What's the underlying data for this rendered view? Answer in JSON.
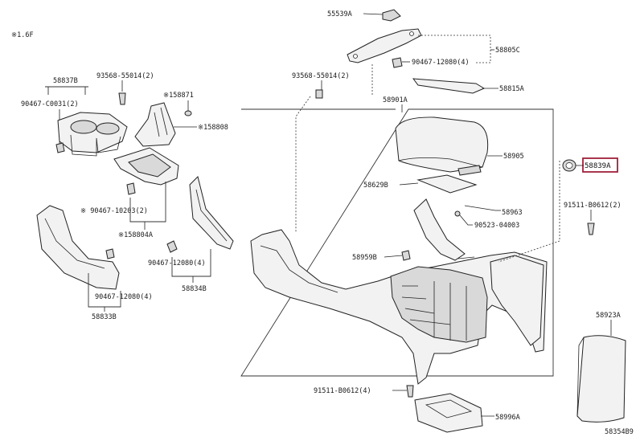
{
  "note": "※1.6F",
  "diagram_code": "58354B9",
  "labels": {
    "p55539A": "55539A",
    "p58805C": "58805C",
    "p90467_12080_4_top": "90467-12080(4)",
    "p58815A": "58815A",
    "p93568_55014_2_mid": "93568-55014(2)",
    "p58901A": "58901A",
    "p58905": "58905",
    "p58839A": "58839A",
    "p58629B": "58629B",
    "p58963": "58963",
    "p90523_04003": "90523-04003",
    "p91511_B0612_2": "91511-B0612(2)",
    "p58959B": "58959B",
    "p58923A": "58923A",
    "p91511_B0612_4": "91511-B0612(4)",
    "p58996A": "58996A",
    "p58837B": "58837B",
    "p93568_55014_2_left": "93568-55014(2)",
    "p90467_C0031_2": "90467-C0031(2)",
    "p58871": "※158871",
    "p58808": "※158808",
    "p90467_10203_2": "※ 90467-10203(2)",
    "p58804A": "※158804A",
    "p90467_12080_4_mid": "90467-12080(4)",
    "p58834B": "58834B",
    "p90467_12080_4_low": "90467-12080(4)",
    "p58833B": "58833B"
  },
  "colors": {
    "highlight": "#a0203a",
    "ink": "#222222"
  }
}
